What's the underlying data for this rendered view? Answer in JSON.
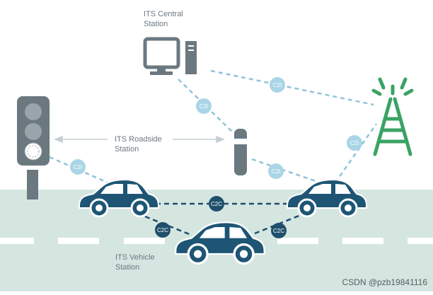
{
  "labels": {
    "central_station": [
      "ITS Central",
      "Station"
    ],
    "roadside_station": [
      "ITS Roadside",
      "Station"
    ],
    "vehicle_station": [
      "ITS Vehicle",
      "Station"
    ]
  },
  "links": {
    "c2i": "C2I",
    "c2c": "C2C"
  },
  "watermark": "CSDN @pzb19841116",
  "colors": {
    "road": "#d5e6e1",
    "car": "#1e5575",
    "link": "#8fc3d8",
    "badge": "#a9d5e6",
    "c2c_badge": "#1e4f6b",
    "tower": "#3aa363",
    "equipment": "#6b7880"
  },
  "icons": [
    "computer-icon",
    "traffic-light-icon",
    "roadside-unit-icon",
    "antenna-tower-icon",
    "car-icon"
  ]
}
